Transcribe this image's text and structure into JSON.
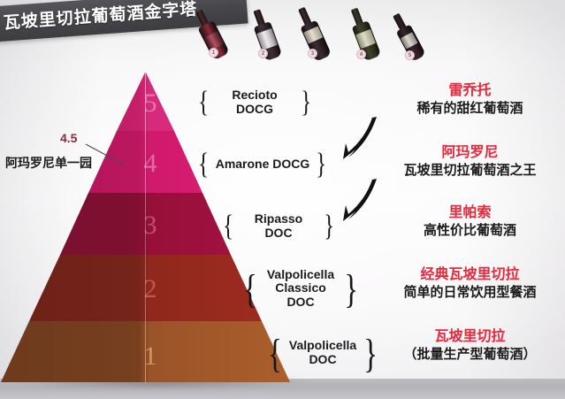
{
  "title": "瓦坡里切拉葡萄酒金字塔",
  "colors": {
    "accent_red": "#e8263c",
    "callout_red": "#8e2a3c",
    "banner_bg": "#45454a",
    "tier5": "#cf2473",
    "tier4": "#c9185f",
    "tier3": "#8e1236",
    "tier2": "#8b2a1d",
    "tier1": "#8a4a26"
  },
  "callout": {
    "value": "4.5",
    "label": "阿玛罗尼单一园"
  },
  "bottles": [
    {
      "num": "1"
    },
    {
      "num": "2"
    },
    {
      "num": "3"
    },
    {
      "num": "4"
    },
    {
      "num": "5"
    }
  ],
  "tiers": [
    {
      "number": "5",
      "name": "Recioto DOCG",
      "title_cn": "雷乔托",
      "desc_cn": "稀有的甜红葡萄酒"
    },
    {
      "number": "4",
      "name": "Amarone DOCG",
      "title_cn": "阿玛罗尼",
      "desc_cn": "瓦坡里切拉葡萄酒之王"
    },
    {
      "number": "3",
      "name": "Ripasso DOC",
      "title_cn": "里帕索",
      "desc_cn": "高性价比葡萄酒"
    },
    {
      "number": "2",
      "name": "Valpolicella\nClassico DOC",
      "title_cn": "经典瓦坡里切拉",
      "desc_cn": "简单的日常饮用型餐酒"
    },
    {
      "number": "1",
      "name": "Valpolicella\nDOC",
      "title_cn": "瓦坡里切拉",
      "desc_cn": "（批量生产型葡萄酒）"
    }
  ]
}
